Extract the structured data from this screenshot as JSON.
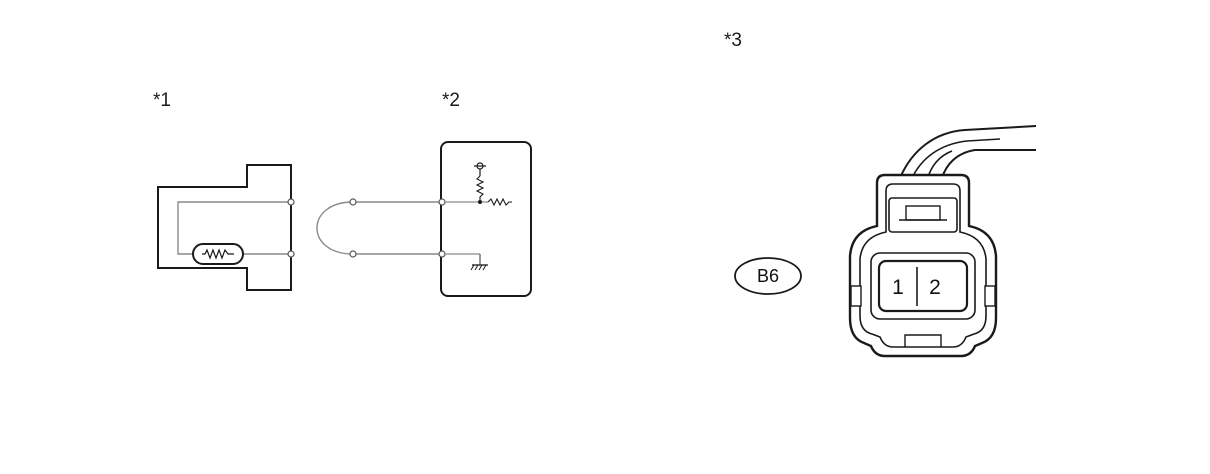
{
  "labels": {
    "callout_1": "*1",
    "callout_2": "*2",
    "callout_3": "*3"
  },
  "connector": {
    "code": "B6",
    "pins": [
      "1",
      "2"
    ]
  },
  "colors": {
    "line": "#1a1a1a",
    "wire": "#8a8a8a",
    "background": "#ffffff"
  }
}
